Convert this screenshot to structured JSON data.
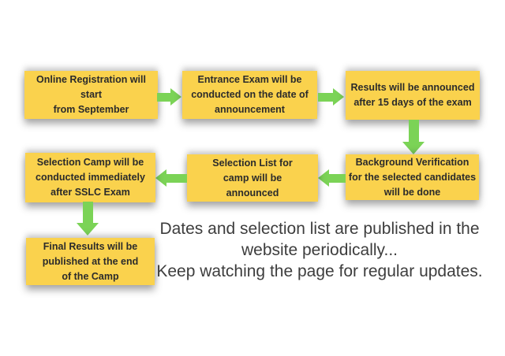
{
  "flowchart": {
    "boxes": [
      {
        "id": "online-registration",
        "lines": [
          "Online Registration will",
          "start",
          "from September"
        ]
      },
      {
        "id": "entrance-exam",
        "lines": [
          "Entrance Exam will be",
          "conducted on the date of",
          "announcement"
        ]
      },
      {
        "id": "results-announced",
        "lines": [
          "Results will be announced",
          "after 15 days of the exam"
        ]
      },
      {
        "id": "background-verification",
        "lines": [
          "Background Verification",
          "for the selected candidates",
          "will be done"
        ]
      },
      {
        "id": "selection-list",
        "lines": [
          "Selection List for",
          "camp will be",
          "announced"
        ]
      },
      {
        "id": "selection-camp",
        "lines": [
          "Selection Camp will be",
          "conducted immediately",
          "after SSLC Exam"
        ]
      },
      {
        "id": "final-results",
        "lines": [
          "Final Results will be",
          "published at the end",
          "of the Camp"
        ]
      }
    ],
    "arrows": [
      "right: online-registration -> entrance-exam",
      "right: entrance-exam -> results-announced",
      "down: results-announced -> background-verification",
      "left: background-verification -> selection-list",
      "left: selection-list -> selection-camp",
      "down: selection-camp -> final-results"
    ]
  },
  "note": {
    "lines": [
      "Dates and selection list are published in the",
      "website periodically...",
      "Keep watching the page for regular updates."
    ]
  },
  "colors": {
    "background": "#FFFFFF",
    "box_fill": "#FAD24D",
    "arrow_green": "#7BD356",
    "box_text": "#2B2B2B",
    "note_text": "#3D3D3D"
  }
}
